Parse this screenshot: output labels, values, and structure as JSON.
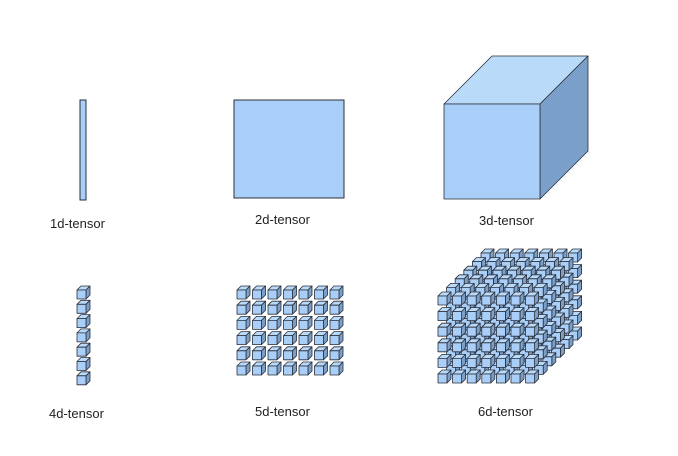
{
  "diagram": {
    "colors": {
      "front": "#a9cff8",
      "top": "#b9daf9",
      "side": "#7a9fc8",
      "stroke": "#2a2f3a"
    },
    "tensors": [
      {
        "id": "t1",
        "label": "1d-tensor"
      },
      {
        "id": "t2",
        "label": "2d-tensor"
      },
      {
        "id": "t3",
        "label": "3d-tensor"
      },
      {
        "id": "t4",
        "label": "4d-tensor"
      },
      {
        "id": "t5",
        "label": "5d-tensor"
      },
      {
        "id": "t6",
        "label": "6d-tensor"
      }
    ]
  }
}
